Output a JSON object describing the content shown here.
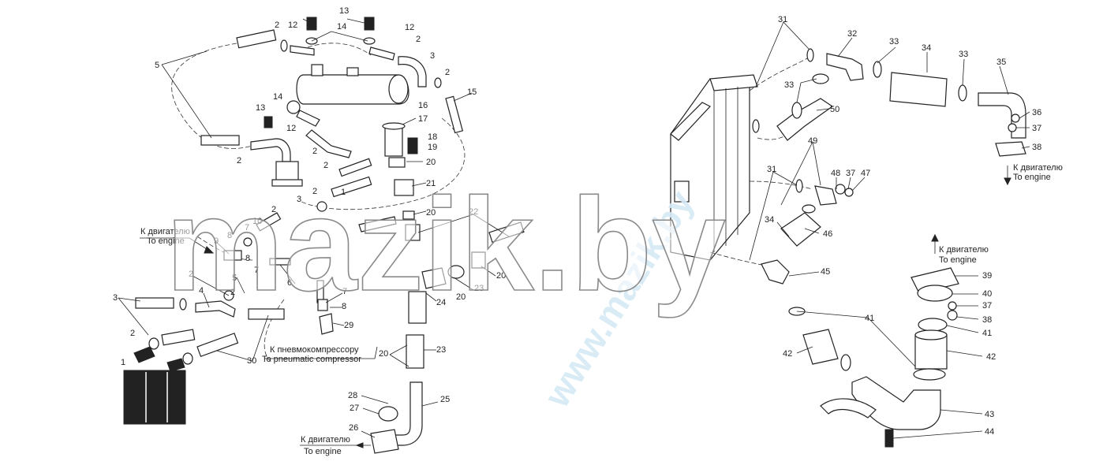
{
  "watermark": {
    "main": "mazik.by",
    "diagonal": "www.mazik.by"
  },
  "destinations": {
    "engine_ru": "К двигателю",
    "engine_en": "To engine",
    "compressor_ru": "К пневмокомпрессору",
    "compressor_en": "To pneumatic compressor"
  },
  "colors": {
    "line": "#222222",
    "watermark_fill": "#ffffff",
    "watermark_stroke": "#8a8a8a",
    "watermark_diag": "#d5eaf6"
  }
}
